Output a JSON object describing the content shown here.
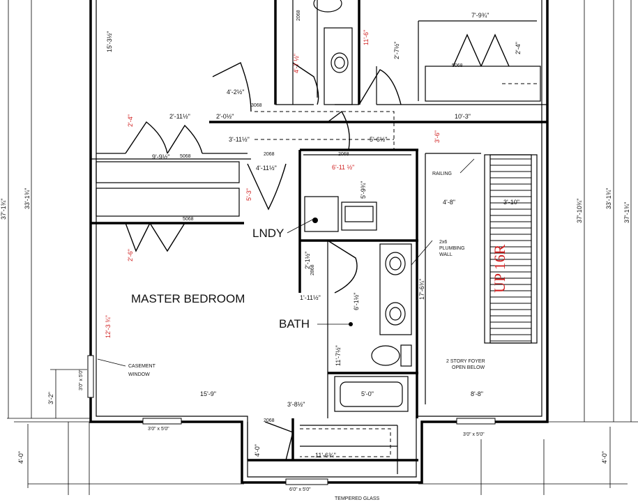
{
  "rooms": {
    "master_bedroom": "MASTER BEDROOM",
    "bath": "BATH",
    "laundry": "LNDY",
    "foyer_line1": "2 STORY FOYER",
    "foyer_line2": "OPEN BELOW"
  },
  "annotations": {
    "railing": "RAILING",
    "plumbing_line1": "2x6",
    "plumbing_line2": "PLUMBING",
    "plumbing_line3": "WALL",
    "casement_line1": "CASEMENT",
    "casement_line2": "WINDOW",
    "stair": "UP 16R",
    "tempered_glass": "TEMPERED GLASS"
  },
  "window_tags": {
    "w1": "5068",
    "w2": "5068",
    "w3": "5068",
    "w4": "3'0\" x 5'0\"",
    "w5": "3'0\" x 5'0\"",
    "w6": "3'0\" x 5'0\"",
    "w7": "6'0\" x 5'0\""
  },
  "door_tags": {
    "d1": "3068",
    "d2": "2068",
    "d3": "2068",
    "d4": "2868",
    "d5": "2068",
    "d6": "2068"
  },
  "dims_black": {
    "d_2_11": "2'-11½\"",
    "d_2_0": "2'-0½\"",
    "d_3_11": "3'-11½\"",
    "d_4_2": "4'-2½\"",
    "d_9_9": "9'-9½\"",
    "d_4_11": "4'-11½\"",
    "d_5_6": "5'-6½\"",
    "d_7_9": "7'-9¾\"",
    "d_2_7": "2'-7½\"",
    "d_2_4": "2'-4\"",
    "d_10_3": "10'-3\"",
    "d_5_9": "5'-9¾\"",
    "d_4_8": "4'-8\"",
    "d_3_10": "3'-10\"",
    "d_2_1": "2'-1½\"",
    "d_6_1": "6'-1½\"",
    "d_1_11": "1'-11½\"",
    "d_11_7": "11'-7½\"",
    "d_17_6": "17'-6¾\"",
    "d_15_9": "15'-9\"",
    "d_3_8": "3'-8½\"",
    "d_5_0": "5'-0\"",
    "d_8_8": "8'-8\"",
    "d_11_6": "11'-6¾\"",
    "d_4_0a": "4'-0\"",
    "d_4_0b": "4'-0\"",
    "d_4_0c": "4'-0\"",
    "d_3_2": "3'-2\"",
    "d_15_3": "15'-3½\"",
    "d_33_1a": "33'-1¾\"",
    "d_37_1a": "37'-1¾\"",
    "d_37_10": "37'-10¾\"",
    "d_33_1b": "33'-1¾\"",
    "d_37_1b": "37'-1¾\""
  },
  "dims_red": {
    "r_4_7": "4'-7 ½\"",
    "r_11_6": "11'-6\"",
    "r_2_4": "2'-4\"",
    "r_3_6": "3'-6\"",
    "r_6_11": "6'-11 ½\"",
    "r_5_3": "5'-3\"",
    "r_2_6": "2'-6\"",
    "r_12_3": "12'-3 ¾\""
  }
}
